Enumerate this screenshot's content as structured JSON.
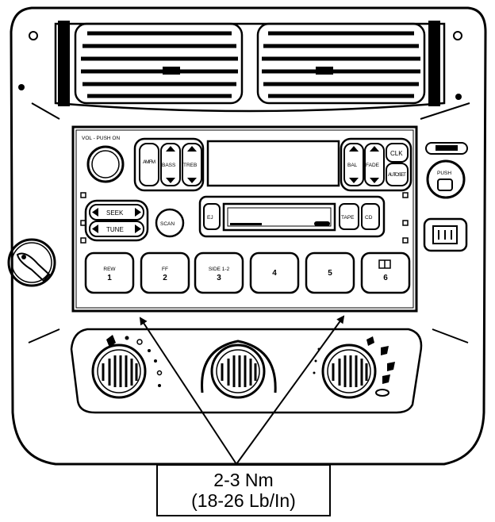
{
  "radio": {
    "vol_label": "VOL - PUSH ON",
    "am_fm": "AM FM",
    "bass": "BASS",
    "treb": "TREB",
    "bal": "BAL",
    "fade": "FADE",
    "clk": "CLK",
    "auto_set": "AUTO SET",
    "seek": "SEEK",
    "tune": "TUNE",
    "scan": "SCAN",
    "ej": "EJ",
    "tape": "TAPE",
    "cd": "CD",
    "presets": [
      {
        "top": "REW",
        "num": "1"
      },
      {
        "top": "FF",
        "num": "2"
      },
      {
        "top": "SIDE 1-2",
        "num": "3"
      },
      {
        "top": "",
        "num": "4"
      },
      {
        "top": "",
        "num": "5"
      },
      {
        "top": "",
        "num": "6"
      }
    ]
  },
  "push_label": "PUSH",
  "callout": {
    "line1": "2-3 Nm",
    "line2": "(18-26 Lb/In)"
  }
}
